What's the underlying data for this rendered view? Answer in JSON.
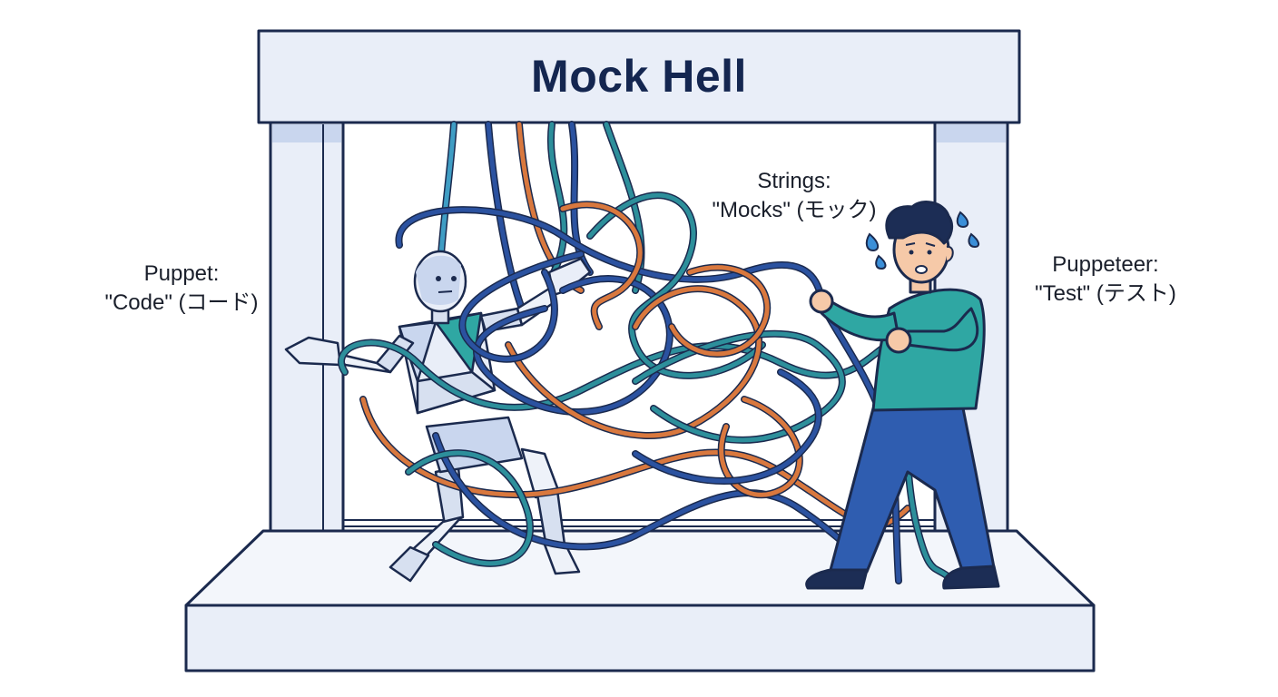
{
  "title": "Mock Hell",
  "labels": {
    "puppet_line1": "Puppet:",
    "puppet_line2": "\"Code\" (コード)",
    "strings_line1": "Strings:",
    "strings_line2": "\"Mocks\" (モック)",
    "puppeteer_line1": "Puppeteer:",
    "puppeteer_line2": "\"Test\" (テスト)"
  },
  "colors": {
    "outline": "#1b2a4e",
    "frame_fill": "#e9eef8",
    "pillar_shade": "#c9d6ee",
    "string_blue": "#2b52a0",
    "string_teal": "#2d8f9b",
    "string_orange": "#d9783e",
    "shirt_teal": "#2fa7a3",
    "pants_blue": "#2f5db0",
    "hair": "#1c2d55",
    "sweat": "#3b8fd8"
  },
  "icons": [
    "puppet-robot-icon",
    "puppeteer-person-icon",
    "sweat-drops-icon"
  ]
}
